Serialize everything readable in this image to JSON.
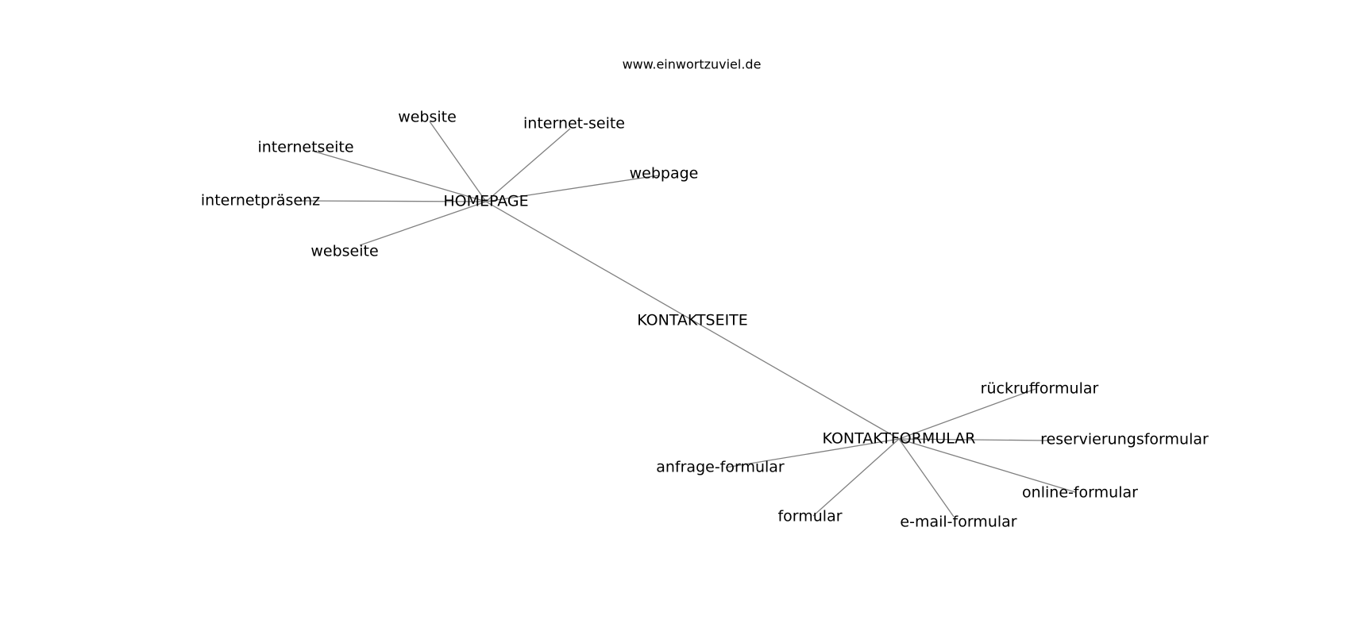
{
  "source_url": "www.einwortzuviel.de",
  "nodes": [
    {
      "id": "homepage",
      "label": "HOMEPAGE"
    },
    {
      "id": "website",
      "label": "website"
    },
    {
      "id": "internet-seite",
      "label": "internet-seite"
    },
    {
      "id": "internetseite",
      "label": "internetseite"
    },
    {
      "id": "webpage",
      "label": "webpage"
    },
    {
      "id": "internetpraesenz",
      "label": "internetpräsenz"
    },
    {
      "id": "webseite",
      "label": "webseite"
    },
    {
      "id": "kontaktseite",
      "label": "KONTAKTSEITE"
    },
    {
      "id": "kontaktformular",
      "label": "KONTAKTFORMULAR"
    },
    {
      "id": "rueckrufformular",
      "label": "rückrufformular"
    },
    {
      "id": "reservierungsformular",
      "label": "reservierungsformular"
    },
    {
      "id": "anfrage-formular",
      "label": "anfrage-formular"
    },
    {
      "id": "online-formular",
      "label": "online-formular"
    },
    {
      "id": "formular",
      "label": "formular"
    },
    {
      "id": "e-mail-formular",
      "label": "e-mail-formular"
    }
  ],
  "edges": [
    [
      "homepage",
      "website"
    ],
    [
      "homepage",
      "internet-seite"
    ],
    [
      "homepage",
      "internetseite"
    ],
    [
      "homepage",
      "webpage"
    ],
    [
      "homepage",
      "internetpraesenz"
    ],
    [
      "homepage",
      "webseite"
    ],
    [
      "homepage",
      "kontaktformular"
    ],
    [
      "kontaktformular",
      "rueckrufformular"
    ],
    [
      "kontaktformular",
      "reservierungsformular"
    ],
    [
      "kontaktformular",
      "anfrage-formular"
    ],
    [
      "kontaktformular",
      "online-formular"
    ],
    [
      "kontaktformular",
      "formular"
    ],
    [
      "kontaktformular",
      "e-mail-formular"
    ]
  ]
}
